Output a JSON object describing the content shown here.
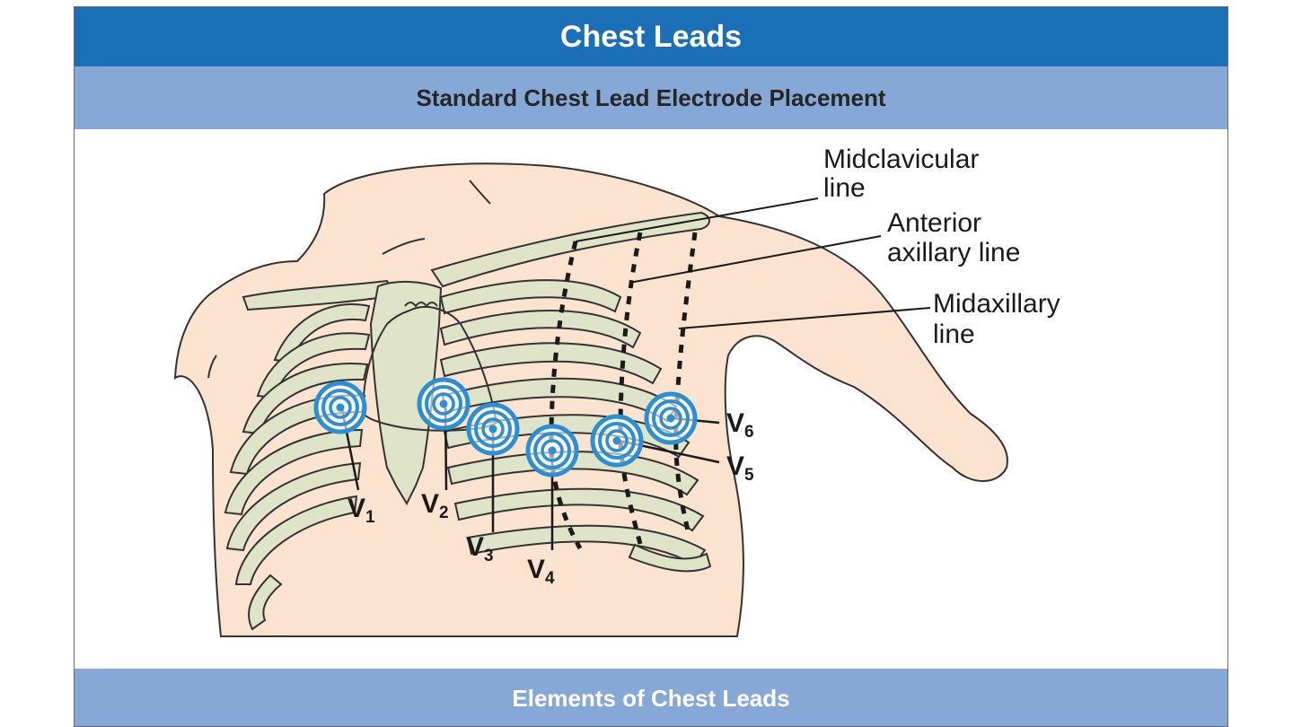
{
  "header": {
    "title": "Chest Leads",
    "subtitle": "Standard Chest Lead Electrode Placement"
  },
  "footer": {
    "label": "Elements of Chest Leads"
  },
  "reference_lines": [
    {
      "line1": "Midclavicular",
      "line2": "line"
    },
    {
      "line1": "Anterior",
      "line2": "axillary line"
    },
    {
      "line1": "Midaxillary",
      "line2": "line"
    }
  ],
  "leads": [
    {
      "letter": "V",
      "sub": "1"
    },
    {
      "letter": "V",
      "sub": "2"
    },
    {
      "letter": "V",
      "sub": "3"
    },
    {
      "letter": "V",
      "sub": "4"
    },
    {
      "letter": "V",
      "sub": "5"
    },
    {
      "letter": "V",
      "sub": "6"
    }
  ],
  "colors": {
    "title_bar": "#1b6fb7",
    "sub_bar": "#85a8d6",
    "skin": "#fbe3cf",
    "bone": "#dfe3c8",
    "electrode": "#2b8fd1"
  },
  "icons": {
    "electrode": "concentric-circles-electrode-icon"
  }
}
